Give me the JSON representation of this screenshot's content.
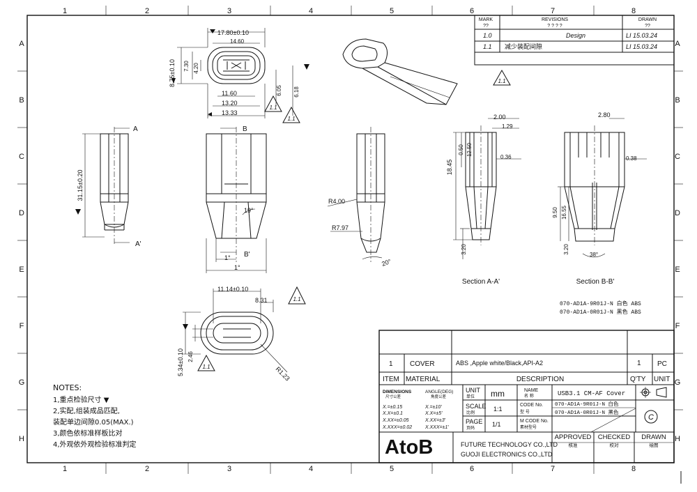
{
  "frame": {
    "col_labels": [
      "1",
      "2",
      "3",
      "4",
      "5",
      "6",
      "7",
      "8"
    ],
    "row_labels": [
      "A",
      "B",
      "C",
      "D",
      "E",
      "F",
      "G",
      "H"
    ]
  },
  "revisions": {
    "head_mark": "MARK",
    "head_mark_sub": "??",
    "head_revisions": "REVISIONS",
    "head_revisions_sub": "?   ?   ?   ?",
    "head_drawn": "DRAWN",
    "head_drawn_sub": "??",
    "rows": [
      {
        "mark": "1.0",
        "text": "Design",
        "drawn": "LI  15.03.24"
      },
      {
        "mark": "1.1",
        "text": "减少装配间隙",
        "drawn": "LI  15.03.24"
      }
    ],
    "flag": "1.1"
  },
  "dims": {
    "top_w": "17.80±0.10",
    "top_inner": "14.60",
    "top_h": "8.75±0.10",
    "top_h2": "7.30",
    "top_h3": "4.20",
    "top_w2": "11.60",
    "top_w3": "13.20",
    "top_w4": "13.33",
    "top_d1": "6.05",
    "top_d2": "6.18",
    "flag_a": "1.1",
    "flag_b": "1.1",
    "label_a": "A",
    "label_a2": "A'",
    "label_b": "B",
    "label_b2": "B'",
    "len_total": "31.15±0.20",
    "ang_19": "19°",
    "ang_1a": "1°",
    "ang_1b": "1°",
    "r4": "R4.00",
    "r797": "R7.97",
    "ang_20": "20°",
    "sa_w": "2.00",
    "sa_129": "1.29",
    "sa_050": "0.50",
    "sa_1250": "12.50",
    "sa_036": "0.36",
    "sa_1845": "18.45",
    "sa_320": "3.20",
    "sb_w": "2.80",
    "sb_038": "0.38",
    "sb_950": "9.50",
    "sb_1655": "16.55",
    "sb_320": "3.20",
    "sb_ang": "38°",
    "bot_w": "11.14±0.10",
    "bot_831": "8.31",
    "bot_h": "5.34±0.10",
    "bot_h2": "2.46",
    "bot_r": "R1.23",
    "flag_c": "1.1",
    "flag_d": "1.1"
  },
  "sections": {
    "a_title": "Section A-A'",
    "b_title": "Section B-B'",
    "part1": "070-AD1A-9R01J-N  白色 ABS",
    "part2": "070-AD1A-0R01J-N  黑色 ABS"
  },
  "notes": {
    "title": "NOTES:",
    "items": [
      "1,重点检验尺寸 ▼",
      "2,实配,组装成品匹配,",
      "   装配单边间隙0.05(MAX.)",
      "3,颜色依标准样板比对",
      "4,外观依外观检验标准判定"
    ]
  },
  "title_block": {
    "item_no": "1",
    "item_name": "COVER",
    "material": "ABS ,Apple white/Black,API-A2",
    "qty": "1",
    "unit": "PC",
    "h_item": "ITEM",
    "h_material": "MATERIAL",
    "h_description": "DESCRIPTION",
    "h_qty": "Q'TY",
    "h_unit": "UNIT",
    "dimensions": "DIMENSIONS",
    "dimensions_cn": "尺寸公差",
    "angle": "ANGLE(DEG)",
    "angle_cn": "角度公差",
    "tol": [
      "X.=±0.15",
      "X.X=±0.1",
      "X.XX=±0.05",
      "X.XXX=±0.02"
    ],
    "atol": [
      "X.=±10'",
      "X.X=±5'",
      "X.XX=±3'",
      "X.XXX=±1'"
    ],
    "unit_label": "UNIT",
    "unit_cn": "单位",
    "unit_val": "mm",
    "name_label": "NAME",
    "name_cn": "名   称",
    "name_val": "USB3.1 CM-AF Cover",
    "scale_label": "SCALE",
    "scale_cn": "比例",
    "scale_val": "1:1",
    "code_label": "CODE No.",
    "code_cn": "型   号",
    "code_val1": "070-AD1A-9R01J-N  白色",
    "code_val2": "070-AD1A-0R01J-N  黑色",
    "page_label": "PAGE",
    "page_cn": "页码",
    "page_val": "1/1",
    "mcode_label": "M CODE No.",
    "mcode_cn": "素材型号",
    "logo": "AtoB",
    "company1": "FUTURE TECHNOLOGY CO.,LTD",
    "company2": "GUOJI ELECTRONICS CO.,LTD",
    "approved": "APPROVED",
    "approved_cn": "核准",
    "checked": "CHECKED",
    "checked_cn": "校对",
    "drawn": "DRAWN",
    "drawn_cn": "绘图",
    "copyright": "C"
  }
}
